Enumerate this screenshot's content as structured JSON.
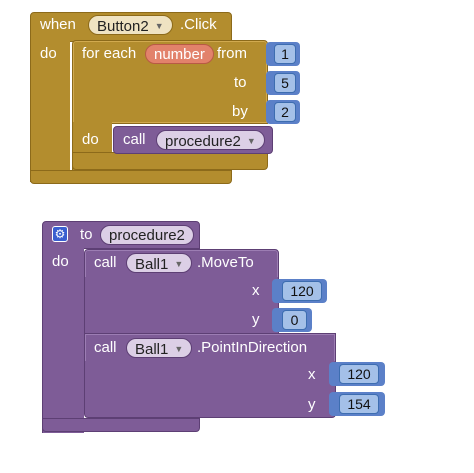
{
  "event_block": {
    "when_label": "when",
    "component": "Button2",
    "event": ".Click",
    "do_label": "do"
  },
  "for_each_block": {
    "label": "for each",
    "variable": "number",
    "from_label": "from",
    "from_value": "1",
    "to_label": "to",
    "to_value": "5",
    "by_label": "by",
    "by_value": "2",
    "do_label": "do"
  },
  "call_procedure_block": {
    "call_label": "call",
    "procedure": "procedure2"
  },
  "procedure_block": {
    "to_label": "to",
    "name": "procedure2",
    "do_label": "do"
  },
  "move_to_block": {
    "call_label": "call",
    "component": "Ball1",
    "method": ".MoveTo",
    "x_label": "x",
    "x_value": "120",
    "y_label": "y",
    "y_value": "0"
  },
  "point_direction_block": {
    "call_label": "call",
    "component": "Ball1",
    "method": ".PointInDirection",
    "x_label": "x",
    "x_value": "120",
    "y_label": "y",
    "y_value": "154"
  },
  "colors": {
    "control_gold": "#b38d2e",
    "procedure_purple": "#7e5c97",
    "math_blue": "#5b80c8",
    "variable_orange": "#e2826b"
  }
}
